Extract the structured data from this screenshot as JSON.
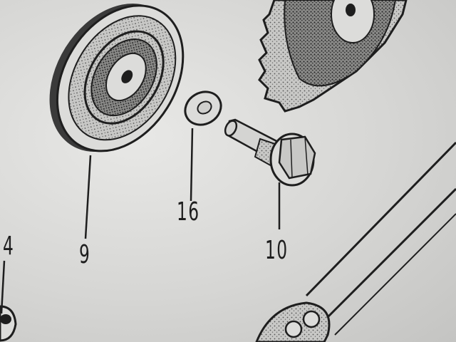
{
  "callouts": {
    "part_9": "9",
    "part_16": "16",
    "part_10": "10",
    "part_4": "4"
  },
  "colors": {
    "paper": "#dcdcda",
    "ink": "#1e1e1e"
  }
}
